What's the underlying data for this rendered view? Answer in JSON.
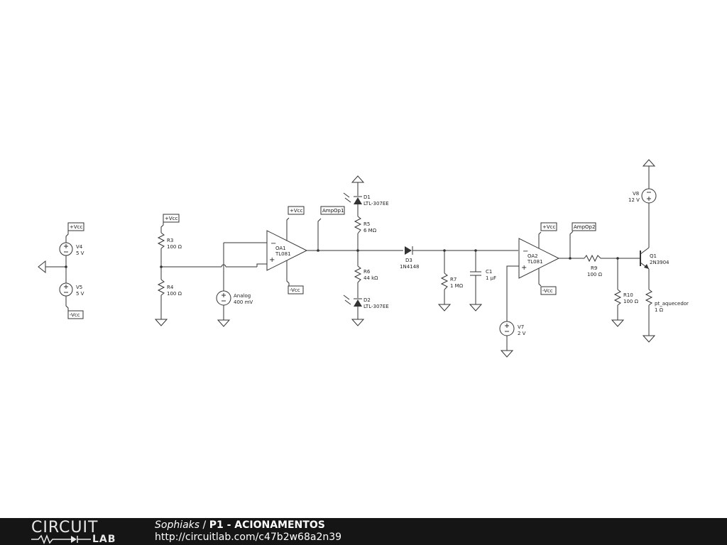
{
  "schematic": {
    "components": {
      "V4": {
        "name": "V4",
        "value": "5 V"
      },
      "V5": {
        "name": "V5",
        "value": "5 V"
      },
      "R3": {
        "name": "R3",
        "value": "100 Ω"
      },
      "R4": {
        "name": "R4",
        "value": "100 Ω"
      },
      "Vanalog": {
        "name": "Analog",
        "value": "400 mV"
      },
      "OA1": {
        "name": "OA1",
        "value": "TL081"
      },
      "D1": {
        "name": "D1",
        "value": "LTL-307EE"
      },
      "R5": {
        "name": "R5",
        "value": "6 MΩ"
      },
      "R6": {
        "name": "R6",
        "value": "44 kΩ"
      },
      "D2": {
        "name": "D2",
        "value": "LTL-307EE"
      },
      "D3": {
        "name": "D3",
        "value": "1N4148"
      },
      "R7": {
        "name": "R7",
        "value": "1 MΩ"
      },
      "C1": {
        "name": "C1",
        "value": "1 µF"
      },
      "OA2": {
        "name": "OA2",
        "value": "TL081"
      },
      "V7": {
        "name": "V7",
        "value": "2 V"
      },
      "R9": {
        "name": "R9",
        "value": "100 Ω"
      },
      "R10": {
        "name": "R10",
        "value": "100 Ω"
      },
      "Q1": {
        "name": "Q1",
        "value": "2N3904"
      },
      "V8": {
        "name": "V8",
        "value": "12 V"
      },
      "Rpt": {
        "name": "pt_aquecedor",
        "value": "1 Ω"
      }
    },
    "net_labels": {
      "vcc_pos": "+Vcc",
      "vcc_neg": "-Vcc",
      "ampop1": "AmpOp1",
      "ampop2": "AmpOp2"
    },
    "op_pins": {
      "minus": "−",
      "plus": "+"
    }
  },
  "footer": {
    "logo_top": "CIRCUIT",
    "logo_bottom": "LAB",
    "author": "Sophiaks",
    "separator": " / ",
    "project": "P1 - ACIONAMENTOS",
    "url": "http://circuitlab.com/c47b2w68a2n39"
  }
}
